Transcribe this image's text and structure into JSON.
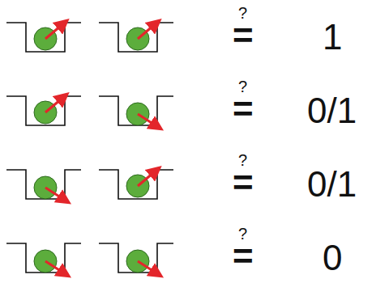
{
  "diagram": {
    "labels": [
      "?",
      "=",
      "1",
      "?",
      "=",
      "0/1",
      "?",
      "=",
      "0/1",
      "?",
      "=",
      "0"
    ]
  }
}
